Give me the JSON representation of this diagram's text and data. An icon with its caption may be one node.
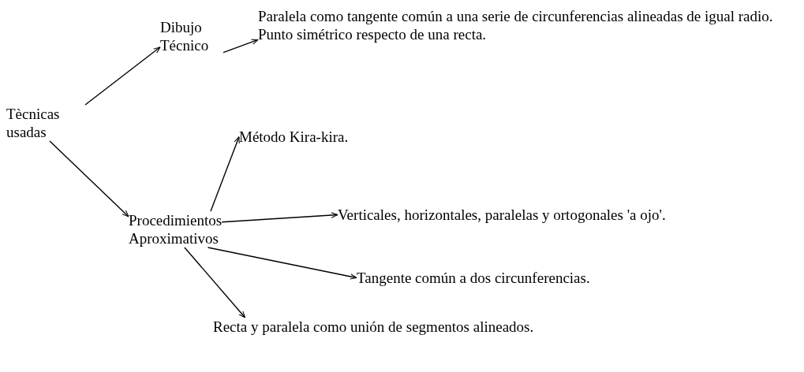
{
  "diagram": {
    "nodes": [
      {
        "text": [
          "Tècnicas usadas"
        ]
      },
      {
        "text": [
          "Dibujo Técnico"
        ]
      },
      {
        "text": [
          "Paralela como tangente común a una serie de circunferencias alineadas de igual radio.",
          "Punto simétrico respecto de una recta."
        ]
      },
      {
        "text": [
          "Procedimientos Aproximativos"
        ]
      },
      {
        "text": [
          "Método Kira-kira."
        ]
      },
      {
        "text": [
          "Verticales, horizontales, paralelas y ortogonales 'a ojo'."
        ]
      },
      {
        "text": [
          "Tangente común a dos circunferencias."
        ]
      },
      {
        "text": [
          "Recta y paralela como unión de segmentos alineados."
        ]
      }
    ],
    "edges": [
      {
        "from": 0,
        "to": 1,
        "arrow": "to"
      },
      {
        "from": 0,
        "to": 3,
        "arrow": "to"
      },
      {
        "from": 1,
        "to": 2,
        "arrow": "to"
      },
      {
        "from": 3,
        "to": 4,
        "arrow": "to"
      },
      {
        "from": 3,
        "to": 5,
        "arrow": "to"
      },
      {
        "from": 3,
        "to": 6,
        "arrow": "to"
      },
      {
        "from": 3,
        "to": 7,
        "arrow": "to"
      }
    ]
  }
}
